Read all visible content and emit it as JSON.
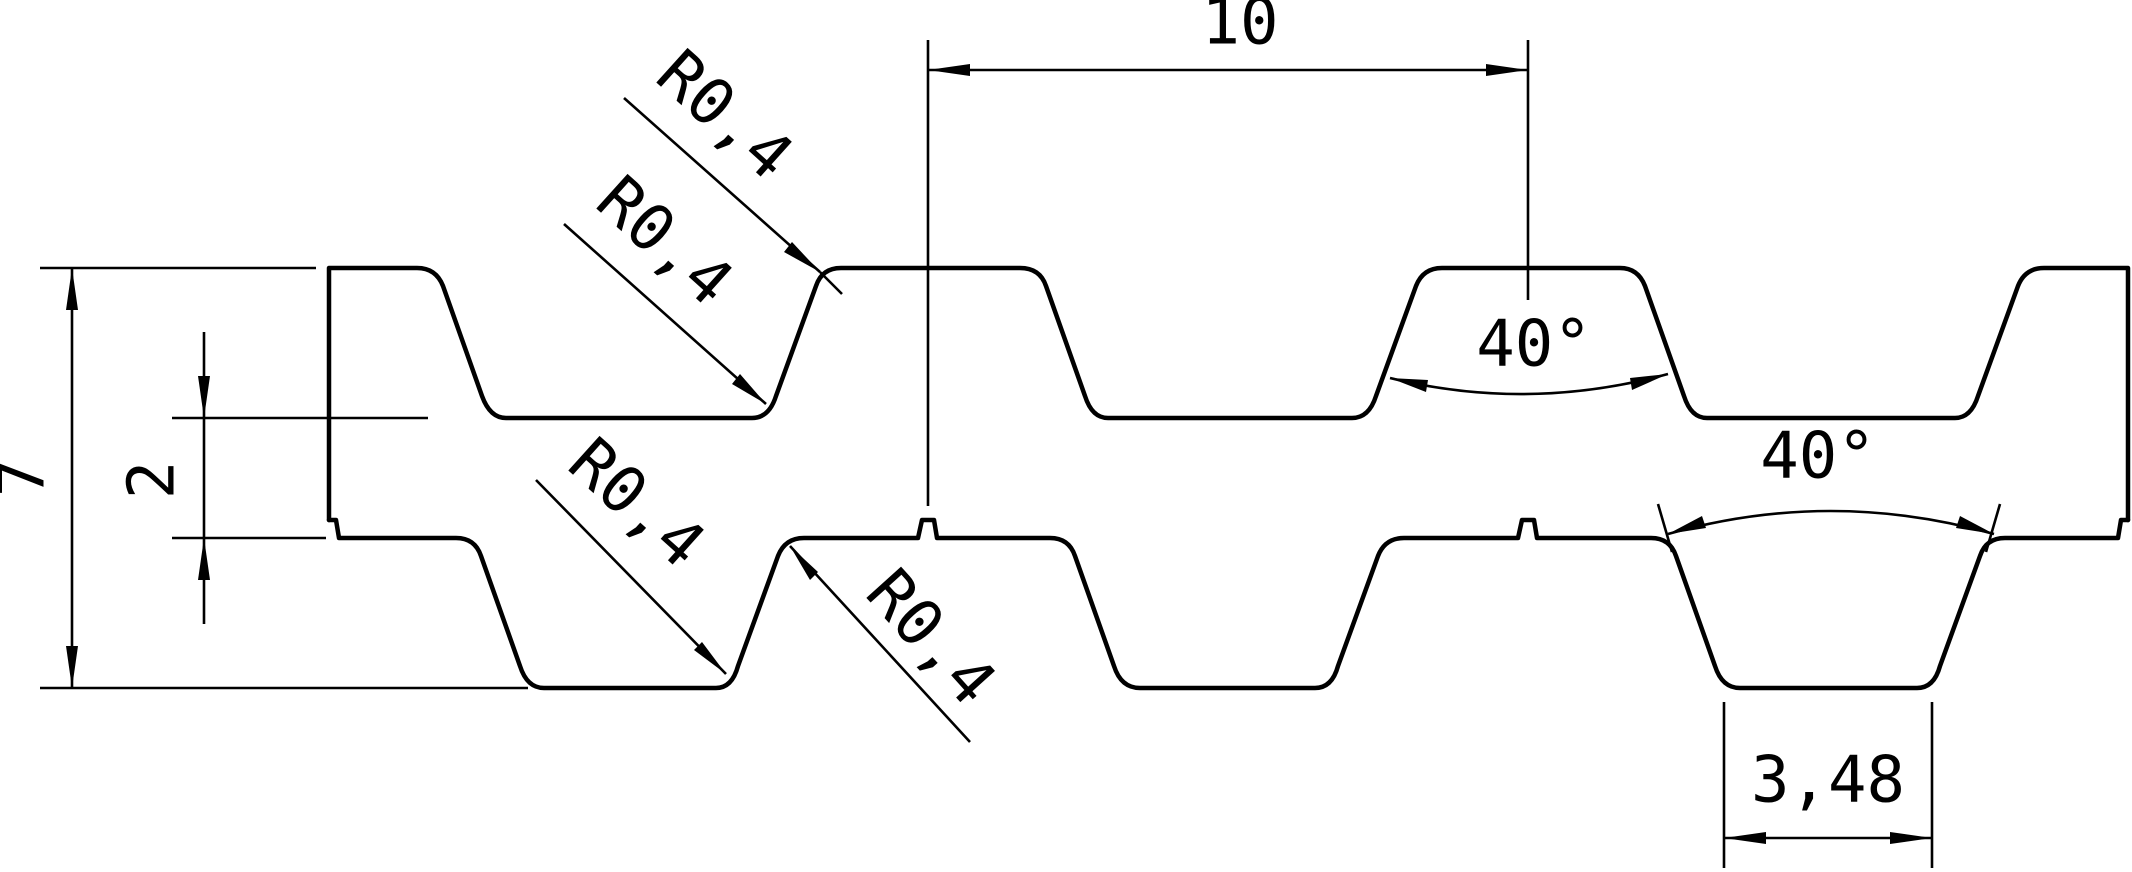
{
  "colors": {
    "line": "#000000",
    "background": "#ffffff"
  },
  "dimensions": {
    "pitch": "10",
    "angle_top": "40°",
    "angle_bottom": "40°",
    "total_height": "7",
    "tooth_height": "2",
    "root_width": "3,48",
    "radius_1": "R0,4",
    "radius_2": "R0,4",
    "radius_3": "R0,4",
    "radius_4": "R0,4"
  }
}
